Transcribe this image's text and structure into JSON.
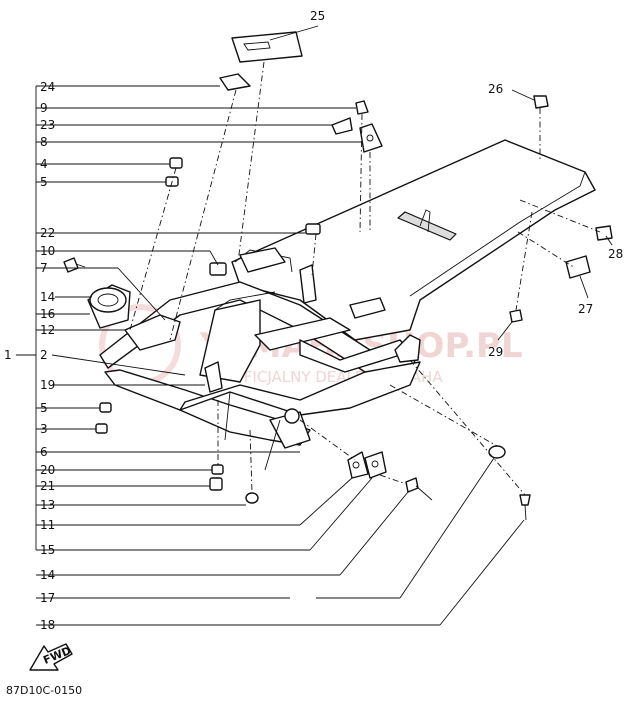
{
  "diagram": {
    "code": "87D10C-0150",
    "fwd_label": "FWD",
    "watermark": {
      "main": "YAMAHASHOP.PL",
      "sub": "OFICJALNY DEALER YAMAHA"
    },
    "callouts": [
      {
        "id": "c25",
        "text": "25"
      },
      {
        "id": "c24",
        "text": "24"
      },
      {
        "id": "c9",
        "text": "9"
      },
      {
        "id": "c23",
        "text": "23"
      },
      {
        "id": "c8",
        "text": "8"
      },
      {
        "id": "c4a",
        "text": "4"
      },
      {
        "id": "c5a",
        "text": "5"
      },
      {
        "id": "c22",
        "text": "22"
      },
      {
        "id": "c10",
        "text": "10"
      },
      {
        "id": "c7",
        "text": "7"
      },
      {
        "id": "c14a",
        "text": "14"
      },
      {
        "id": "c16",
        "text": "16"
      },
      {
        "id": "c12",
        "text": "12"
      },
      {
        "id": "c1",
        "text": "1"
      },
      {
        "id": "c2",
        "text": "2"
      },
      {
        "id": "c19",
        "text": "19"
      },
      {
        "id": "c5b",
        "text": "5"
      },
      {
        "id": "c3",
        "text": "3"
      },
      {
        "id": "c6",
        "text": "6"
      },
      {
        "id": "c20",
        "text": "20"
      },
      {
        "id": "c21",
        "text": "21"
      },
      {
        "id": "c13",
        "text": "13"
      },
      {
        "id": "c11",
        "text": "11"
      },
      {
        "id": "c15",
        "text": "15"
      },
      {
        "id": "c14b",
        "text": "14"
      },
      {
        "id": "c17",
        "text": "17"
      },
      {
        "id": "c18",
        "text": "18"
      },
      {
        "id": "c26",
        "text": "26"
      },
      {
        "id": "c28",
        "text": "28"
      },
      {
        "id": "c27",
        "text": "27"
      },
      {
        "id": "c29",
        "text": "29"
      }
    ]
  }
}
